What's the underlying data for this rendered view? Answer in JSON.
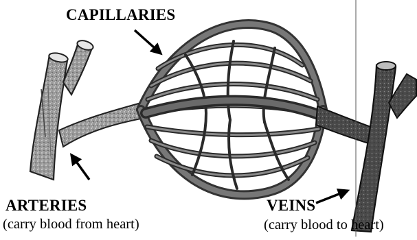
{
  "labels": {
    "capillaries": "CAPILLARIES",
    "arteries": "ARTERIES",
    "arteries_note": "(carry blood from heart)",
    "veins": "VEINS",
    "veins_note": "(carry blood to heart)"
  },
  "colors": {
    "vessel_dark": "#3a3a3a",
    "vessel_mid": "#8a8a8a",
    "vessel_light": "#c8c8c8",
    "background": "#ffffff"
  }
}
